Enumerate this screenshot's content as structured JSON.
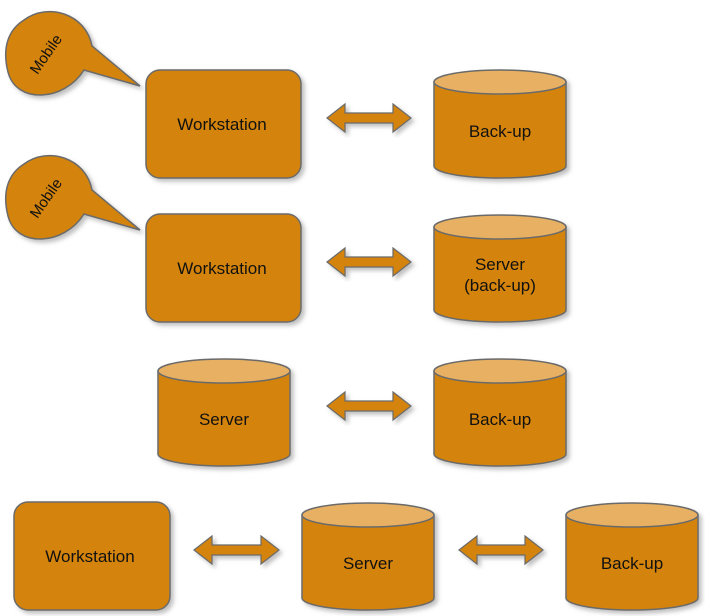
{
  "colors": {
    "fill": "#d4840a",
    "top": "#e8b062",
    "stroke": "#6b6b6b",
    "shadow": "#b0b0b0",
    "text": "#111111"
  },
  "rows": [
    {
      "bubble": "Mobile",
      "left": "Workstation",
      "right": "Back-up"
    },
    {
      "bubble": "Mobile",
      "left": "Workstation",
      "right_line1": "Server",
      "right_line2": "(back-up)"
    },
    {
      "left": "Server",
      "right": "Back-up"
    },
    {
      "left": "Workstation",
      "middle": "Server",
      "right": "Back-up"
    }
  ]
}
